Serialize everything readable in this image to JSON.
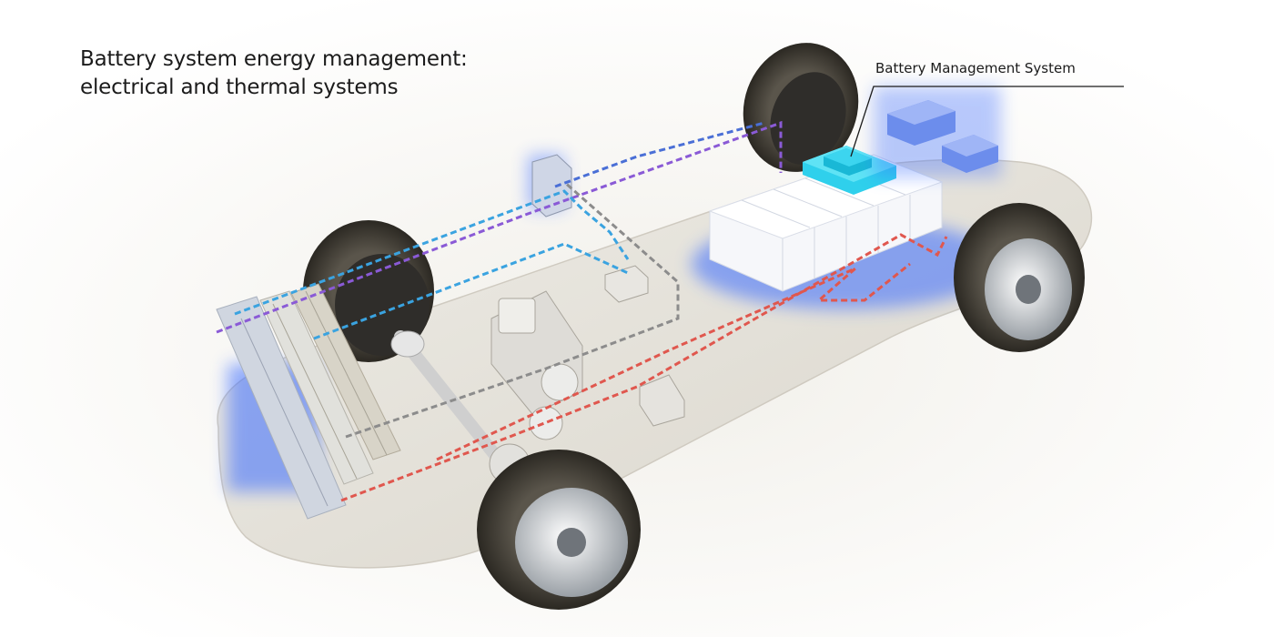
{
  "title": {
    "line1": "Battery system energy management:",
    "line2": "electrical and thermal systems"
  },
  "callouts": {
    "bms": "Battery Management System"
  },
  "colors": {
    "chassis": "#e7e4dc",
    "battery": "#f7f8fb",
    "bms_module": "#32d6ee",
    "coolant_hot": "#e0574e",
    "coolant_cold": "#3aa3e0",
    "electrical_violet": "#8a5ad6",
    "electrical_blue": "#4a6fd6",
    "signal_gray": "#8c8c8c",
    "glow_blue": "#3a6cff"
  }
}
